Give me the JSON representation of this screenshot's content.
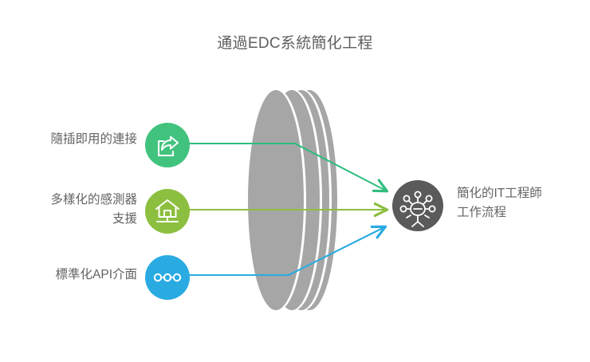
{
  "title": "通過EDC系統簡化工程",
  "colors": {
    "plug_green": "#41c37e",
    "sensor_olive": "#8cbf3f",
    "api_blue": "#29abe2",
    "outcome_gray": "#5a5a5a",
    "disc_gray": "#a6a6a6",
    "text_gray": "#636363",
    "background": "#ffffff"
  },
  "inputs": [
    {
      "label": "隨插即用的連接",
      "icon": "share-export-icon",
      "color": "#41c37e",
      "arrow_color": "#2fbd7e"
    },
    {
      "label": "多樣化的感測器\n支援",
      "icon": "house-sensor-icon",
      "color": "#8cbf3f",
      "arrow_color": "#8cbf3f"
    },
    {
      "label": "標準化API介面",
      "icon": "api-nodes-icon",
      "color": "#29abe2",
      "arrow_color": "#29abe2"
    }
  ],
  "center": {
    "name": "edc-disc",
    "label": ""
  },
  "outcome": {
    "label": "簡化的IT工程師\n工作流程",
    "icon": "engineer-hub-icon",
    "color": "#5a5a5a"
  }
}
